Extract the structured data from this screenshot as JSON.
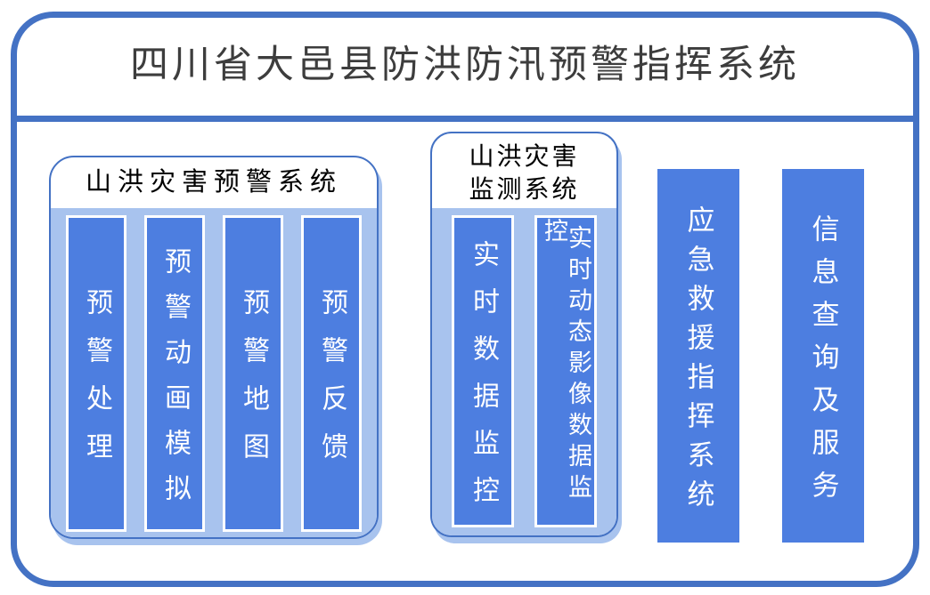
{
  "page": {
    "title": "四川省大邑县防洪防汛预警指挥系统"
  },
  "colors": {
    "accent_border": "#4472C4",
    "bar_fill": "#4D7EE0",
    "panel_light_fill": "#A8C3EE",
    "title_text": "#3D3D3D",
    "bar_text": "#FFFFFF",
    "panel_title_text": "#000000"
  },
  "panels": [
    {
      "title": "山洪灾害预警系统",
      "bars": [
        "预警处理",
        "预警动画模拟",
        "预警地图",
        "预警反馈"
      ]
    },
    {
      "title": "山洪灾害监测系统",
      "bars": [
        "实时数据监控",
        "实时动态影像数据监控"
      ]
    }
  ],
  "standalone_bars": [
    "应急救援指挥系统",
    "信息查询及服务"
  ]
}
